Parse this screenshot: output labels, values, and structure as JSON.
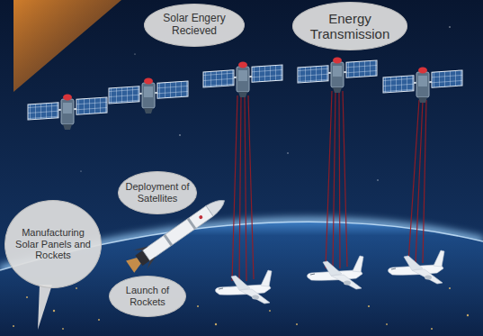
{
  "diagram": {
    "nodes": [
      {
        "text": [
          "Solar Engery Recieved"
        ]
      },
      {
        "text": [
          "Energy Transmission"
        ]
      },
      {
        "text": [
          "Manufacturing Solar Panels and Rockets"
        ]
      },
      {
        "text": [
          "Deployment of Satellites"
        ]
      },
      {
        "text": [
          "Launch of Rockets"
        ]
      }
    ]
  }
}
